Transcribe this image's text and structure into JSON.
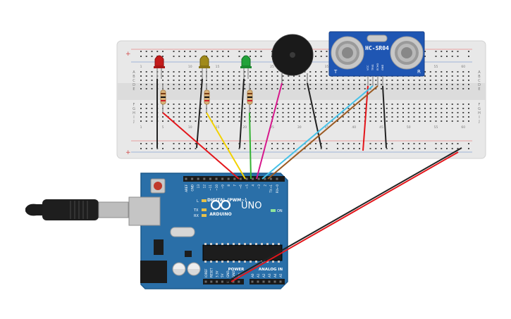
{
  "colors": {
    "breadboard": "#e6e6e6",
    "breadboard_rail": "#d9d9d9",
    "arduino_board": "#2a6fa8",
    "arduino_edge": "#1d5a8c",
    "sensor_board": "#1f56b3",
    "wire_red": "#e3161b",
    "wire_black": "#222222",
    "wire_yellow": "#f2d200",
    "wire_green": "#34b233",
    "wire_magenta": "#d6188c",
    "wire_cyan": "#47c2e8",
    "wire_brown": "#9a5a22",
    "led_red": "#c41b1b",
    "led_yellow": "#a08a1a",
    "led_green": "#22a23a"
  },
  "breadboard": {
    "col_labels": [
      "1",
      "5",
      "10",
      "15",
      "20",
      "25",
      "30",
      "35",
      "40",
      "45",
      "50",
      "55",
      "60"
    ],
    "row_labels_top": [
      "A",
      "B",
      "C",
      "D",
      "E"
    ],
    "row_labels_bottom": [
      "F",
      "G",
      "H",
      "I",
      "J"
    ],
    "rail_plus": "+",
    "rail_minus": "−"
  },
  "components": {
    "leds": [
      {
        "name": "red-led",
        "color": "led_red"
      },
      {
        "name": "yellow-led",
        "color": "led_yellow"
      },
      {
        "name": "green-led",
        "color": "led_green"
      }
    ],
    "sensor": {
      "label": "HC-SR04",
      "pins": [
        "VCC",
        "TRIG",
        "ECHO",
        "GND"
      ],
      "letter_left": "T",
      "letter_right": "R"
    }
  },
  "arduino": {
    "logo_text": "ARDUINO",
    "model": "UNO",
    "digital_label": "DIGITAL (PWM~)",
    "power_label": "POWER",
    "analog_label": "ANALOG IN",
    "tx_label": "TX",
    "rx_label": "RX",
    "l_label": "L",
    "on_label": "ON",
    "digital_pins": [
      "AREF",
      "GND",
      "13",
      "12",
      "~11",
      "~10",
      "~9",
      "8",
      "7",
      "~6",
      "~5",
      "4",
      "~3",
      "2",
      "TX→1",
      "RX←0"
    ],
    "power_pins": [
      "IOREF",
      "RESET",
      "3.3V",
      "5V",
      "GND",
      "GND",
      "Vin"
    ],
    "analog_pins": [
      "A0",
      "A1",
      "A2",
      "A3",
      "A4",
      "A5"
    ]
  }
}
